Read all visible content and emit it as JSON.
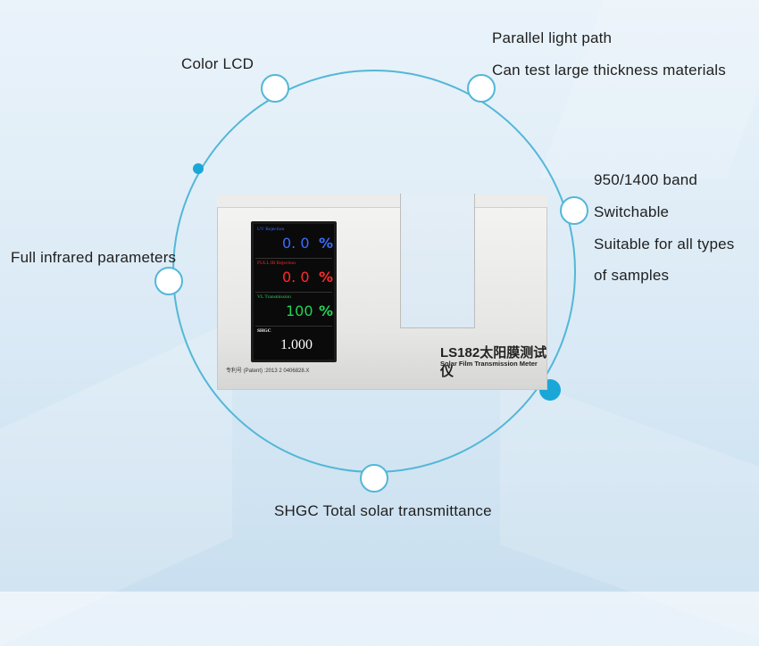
{
  "labels": {
    "color_lcd": "Color LCD",
    "parallel_1": "Parallel light path",
    "parallel_2": "Can test large thickness materials",
    "band_1": "950/1400 band",
    "band_2": "Switchable",
    "band_3": "Suitable for all types",
    "band_4": "of samples",
    "infrared": "Full infrared parameters",
    "shgc": "SHGC Total solar transmittance"
  },
  "device": {
    "model": "LS182太阳膜测试仪",
    "subtitle": "Solar Film Transmission Meter",
    "patent": "专利号 (Patent) :2013 2 0406828.X",
    "lcd": {
      "uv_title": "UV Rejection",
      "uv_value": "0. 0",
      "uv_unit": "%",
      "ir_title": "FULL IR Rejection",
      "ir_value": "0. 0",
      "ir_unit": "%",
      "vl_title": "VL Transmission",
      "vl_value": "100",
      "vl_unit": "%",
      "shgc_title": "SHGC",
      "shgc_value": "1.000"
    }
  },
  "colors": {
    "ring": "#53b7d7",
    "dot": "#1aa7d8",
    "uv": "#3b6cff",
    "ir": "#ff2a2a",
    "vl": "#22d455",
    "shgc": "#ffffff"
  }
}
